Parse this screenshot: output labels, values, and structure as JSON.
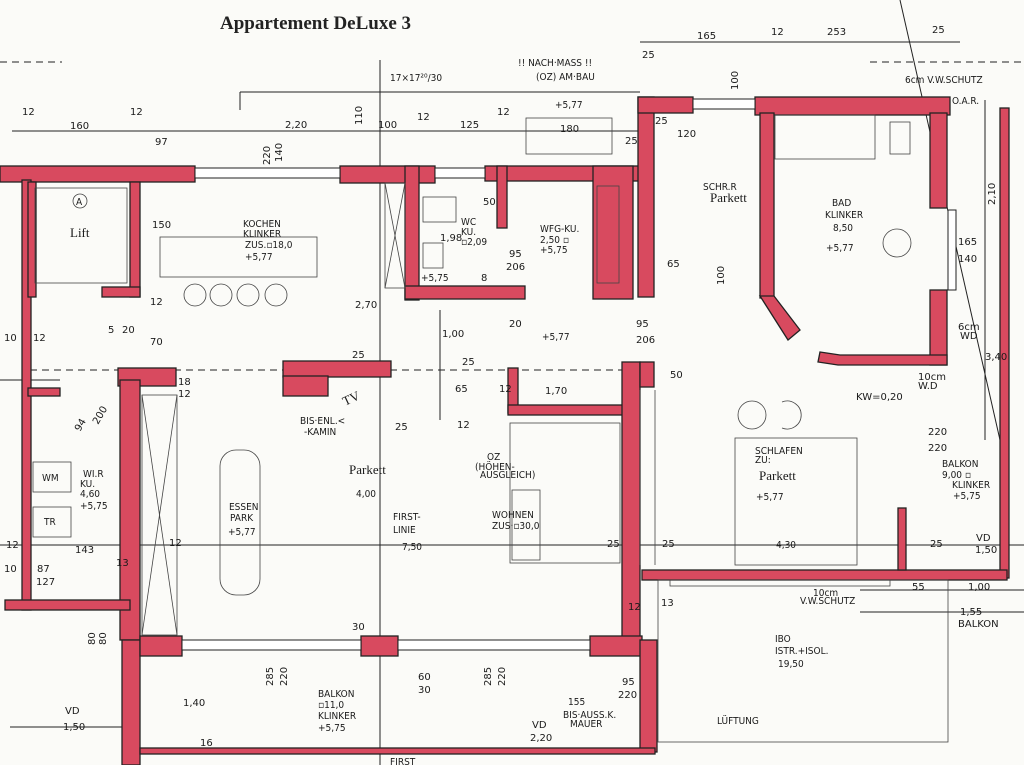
{
  "title": "Appartement DeLuxe 3",
  "notes": {
    "nach_mass": "!! NACH·MASS !!",
    "am_bau": "(OZ) AM·BAU",
    "stair": "17×17²⁰/30",
    "vw_schutz_top": "6cm V.W.SCHUTZ",
    "oar": "O.A.R.",
    "level_top": "+5,77",
    "first_bottom": "FIRST"
  },
  "rooms": {
    "lift": {
      "marker": "A",
      "name": "Lift"
    },
    "kochen": {
      "l1": "KOCHEN",
      "l2": "KLINKER",
      "l3": "ZUS.▫18,0",
      "l4": "+5,77"
    },
    "wc": {
      "l1": "WC",
      "l2": "KU.",
      "l3": "▫2,09",
      "l4": "+5,75"
    },
    "wfg": {
      "l1": "WFG-KU.",
      "l2": "2,50 ▫",
      "l3": "+5,75"
    },
    "schrank": {
      "l1": "SCHR.R",
      "l2": "Parkett"
    },
    "bad": {
      "l1": "BAD",
      "l2": "KLINKER",
      "l3": "8,50",
      "l4": "+5,77"
    },
    "flur": {
      "level": "+5,77"
    },
    "wirtschaft": {
      "l1": "WI.R",
      "l2": "KU.",
      "l3": "4,60",
      "l4": "+5,75",
      "wm": "WM",
      "tr": "TR"
    },
    "kamin": {
      "tv": "TV",
      "l1": "BIS·ENL.<",
      "l2": "-KAMIN"
    },
    "wohnen_floor": {
      "l1": "Parkett",
      "l2": "4,00"
    },
    "essen": {
      "l1": "ESSEN",
      "l2": "PARK",
      "l3": "+5,77"
    },
    "firstlinie": {
      "l1": "FIRST-",
      "l2": "LINIE",
      "l3": "7,50"
    },
    "oz": {
      "l1": "OZ",
      "l2": "(HÖHEN-",
      "l3": "AUSGLEICH)"
    },
    "wohnen": {
      "l1": "WOHNEN",
      "l2": "ZUS·▫30,0"
    },
    "schlafen": {
      "l1": "SCHLAFEN",
      "l2": "ZU:",
      "l3": "Parkett",
      "l4": "+5,77",
      "width": "4,30"
    },
    "balkon_right": {
      "l1": "BALKON",
      "l2": "9,00 ▫",
      "l3": "KLINKER",
      "l4": "+5,75"
    },
    "ibo": {
      "l1": "IBO",
      "l2": "ISTR.+ISOL.",
      "l3": "19,50",
      "n1": "10cm",
      "n2": "V.W.SCHUTZ"
    },
    "balkon_bottom": {
      "l1": "BALKON",
      "l2": "▫11,0",
      "l3": "KLINKER",
      "l4": "+5,75"
    },
    "mauer": {
      "l1": "155",
      "l2": "BIS·AUSS.K.",
      "l3": "MAUER"
    },
    "lueftung": "LÜFTUNG"
  },
  "dimensions": [
    "12",
    "160",
    "12",
    "97",
    "2,20",
    "110",
    "100",
    "12",
    "125",
    "12",
    "165",
    "12",
    "253",
    "25",
    "25",
    "180",
    "25",
    "120",
    "25",
    "100",
    "220",
    "140",
    "150",
    "50",
    "1,98",
    "95",
    "206",
    "8",
    "12",
    "20",
    "1,00",
    "25",
    "65",
    "12",
    "2,70",
    "1,70",
    "12",
    "95",
    "206",
    "65",
    "100",
    "165",
    "140",
    "2,10",
    "3,40",
    "50",
    "25",
    "KW=0,20",
    "10cm",
    "W.D",
    "6cm",
    "WD",
    "220",
    "220",
    "25",
    "VD",
    "1,50",
    "55",
    "1,00",
    "1,55",
    "BALKON",
    "12",
    "13",
    "30",
    "60",
    "30",
    "285",
    "220",
    "285",
    "220",
    "1,40",
    "16",
    "VD",
    "2,20",
    "95",
    "220",
    "VD",
    "1,50",
    "10",
    "12",
    "5",
    "20",
    "70",
    "18",
    "12",
    "94",
    "200",
    "12",
    "143",
    "13",
    "87",
    "127",
    "10",
    "25",
    "12",
    "80",
    "80",
    "25",
    "25"
  ]
}
